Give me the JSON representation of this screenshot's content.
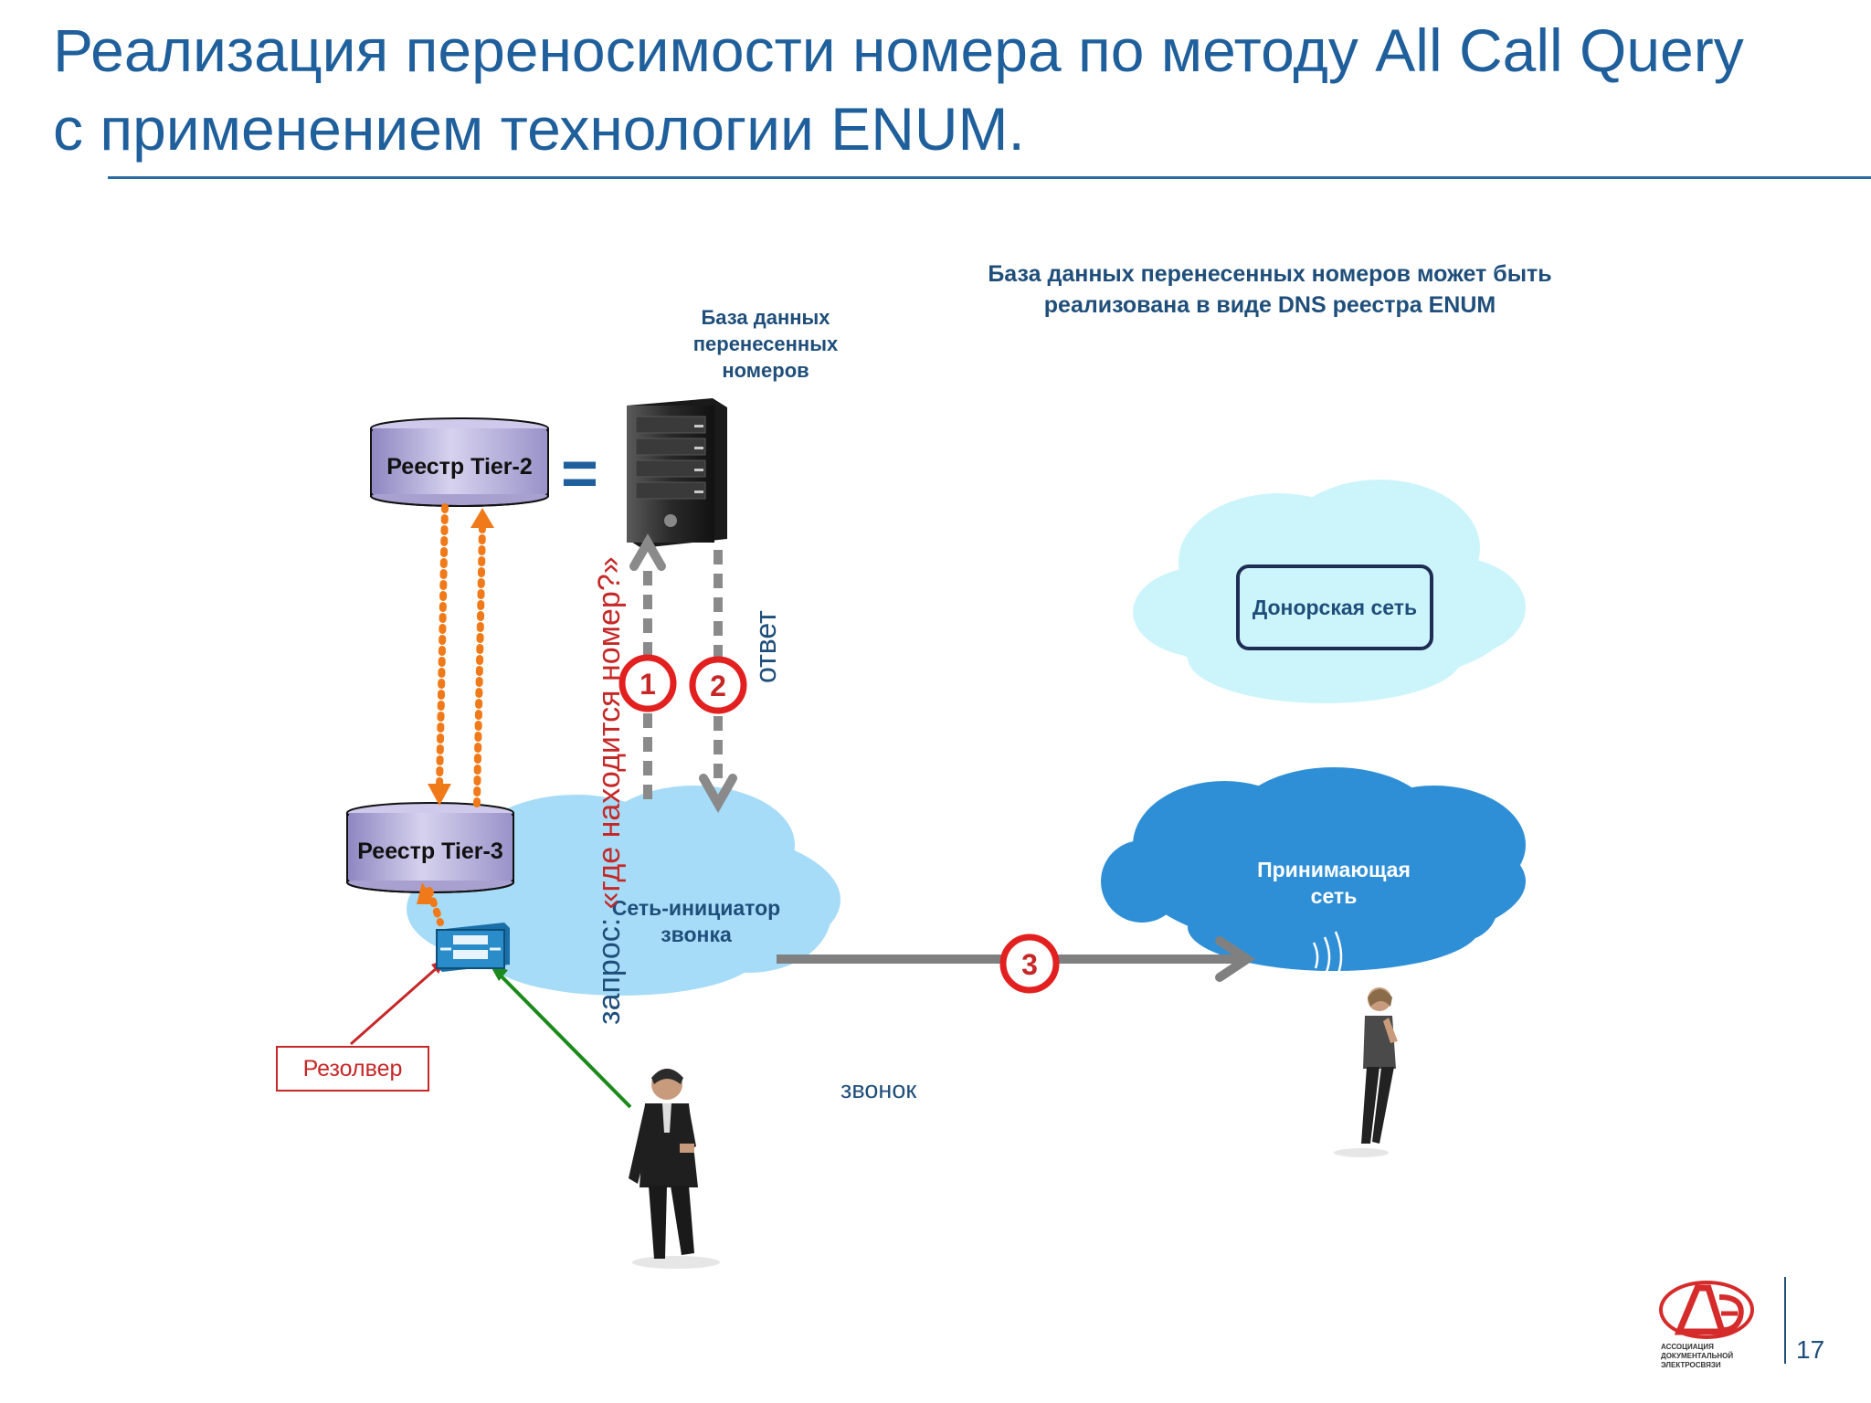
{
  "slide": {
    "title": "Реализация переносимости номера по методу All Call Query с применением технологии ENUM.",
    "note": "База данных перенесенных номеров может быть реализована в виде DNS реестра ENUM",
    "page_number": "17"
  },
  "diagram": {
    "db_caption": "База данных перенесенных номеров",
    "tier2_label": "Реестр Tier-2",
    "tier3_label": "Реестр Tier-3",
    "equals_sign": "=",
    "donor_network": "Донорская сеть",
    "receiving_network": "Принимающая сеть",
    "initiator_network": "Сеть-инициатор звонка",
    "resolver": "Резолвер",
    "call_label": "звонок",
    "query_prefix": "запрос: ",
    "query_text": "«где находится номер?»",
    "answer_label": "ответ",
    "steps": [
      "1",
      "2",
      "3"
    ]
  },
  "logo": {
    "caption": "АССОЦИАЦИЯ ДОКУМЕНТАЛЬНОЙ ЭЛЕКТРОСВЯЗИ"
  },
  "colors": {
    "title": "#1f5f9b",
    "text_blue": "#1f4e7a",
    "red": "#c62828",
    "orange": "#f07a1a",
    "gray_arrow": "#8a8a8a",
    "cloud_light": "#ccf5fb",
    "cloud_initiator": "#a6dcf7",
    "cloud_receiving": "#2f8fd6",
    "tier_fill": "#b9b3d9",
    "green": "#1b8a1b"
  },
  "icons": [
    "server-icon",
    "database-icon",
    "router-icon",
    "person-icon",
    "cloud-icon",
    "logo-icon"
  ]
}
